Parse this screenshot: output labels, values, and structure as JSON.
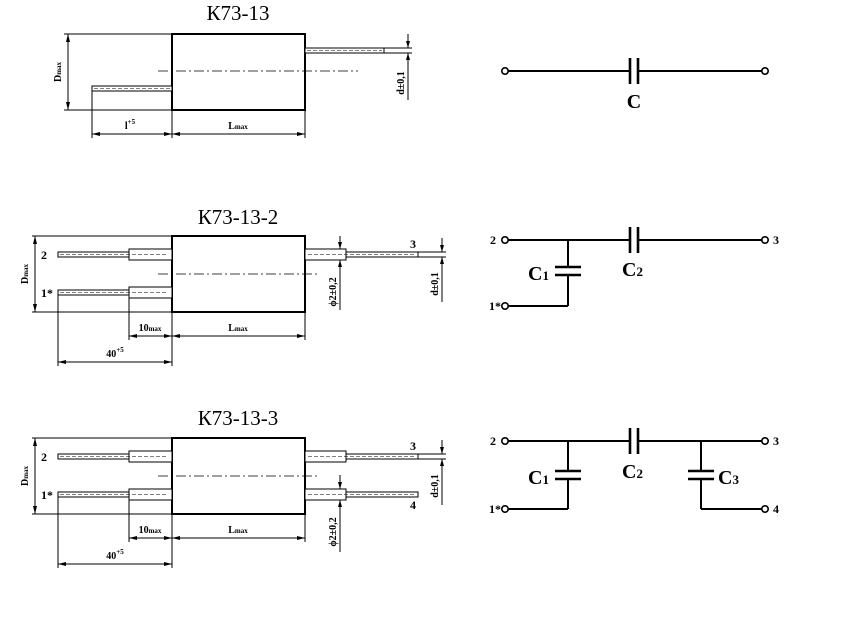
{
  "variants": [
    {
      "title": "К73-13",
      "dims": {
        "D": "D",
        "D_sub": "max",
        "L": "L",
        "L_sub": "max",
        "lead": "l",
        "lead_tol": "+5",
        "dia": "d±0,1"
      },
      "schematic": {
        "cap": "C"
      }
    },
    {
      "title": "К73-13-2",
      "dims": {
        "D": "D",
        "D_sub": "max",
        "L": "L",
        "L_sub": "max",
        "sleeve": "10",
        "sleeve_sub": "max",
        "lead": "40",
        "lead_tol": "+5",
        "dia": "d±0,1",
        "sleeve_dia": "ϕ2±0,2"
      },
      "pins": {
        "p2": "2",
        "p1": "1*",
        "p3": "3"
      },
      "schematic": {
        "c1": "C",
        "c1_sub": "1",
        "c2": "C",
        "c2_sub": "2",
        "t2": "2",
        "t3": "3",
        "t1": "1*"
      }
    },
    {
      "title": "К73-13-3",
      "dims": {
        "D": "D",
        "D_sub": "max",
        "L": "L",
        "L_sub": "max",
        "sleeve": "10",
        "sleeve_sub": "max",
        "lead": "40",
        "lead_tol": "+5",
        "dia": "d±0,1",
        "sleeve_dia": "ϕ2±0,2"
      },
      "pins": {
        "p2": "2",
        "p1": "1*",
        "p3": "3",
        "p4": "4"
      },
      "schematic": {
        "c1": "C",
        "c1_sub": "1",
        "c2": "C",
        "c2_sub": "2",
        "c3": "C",
        "c3_sub": "3",
        "t2": "2",
        "t3": "3",
        "t1": "1*",
        "t4": "4"
      }
    }
  ]
}
